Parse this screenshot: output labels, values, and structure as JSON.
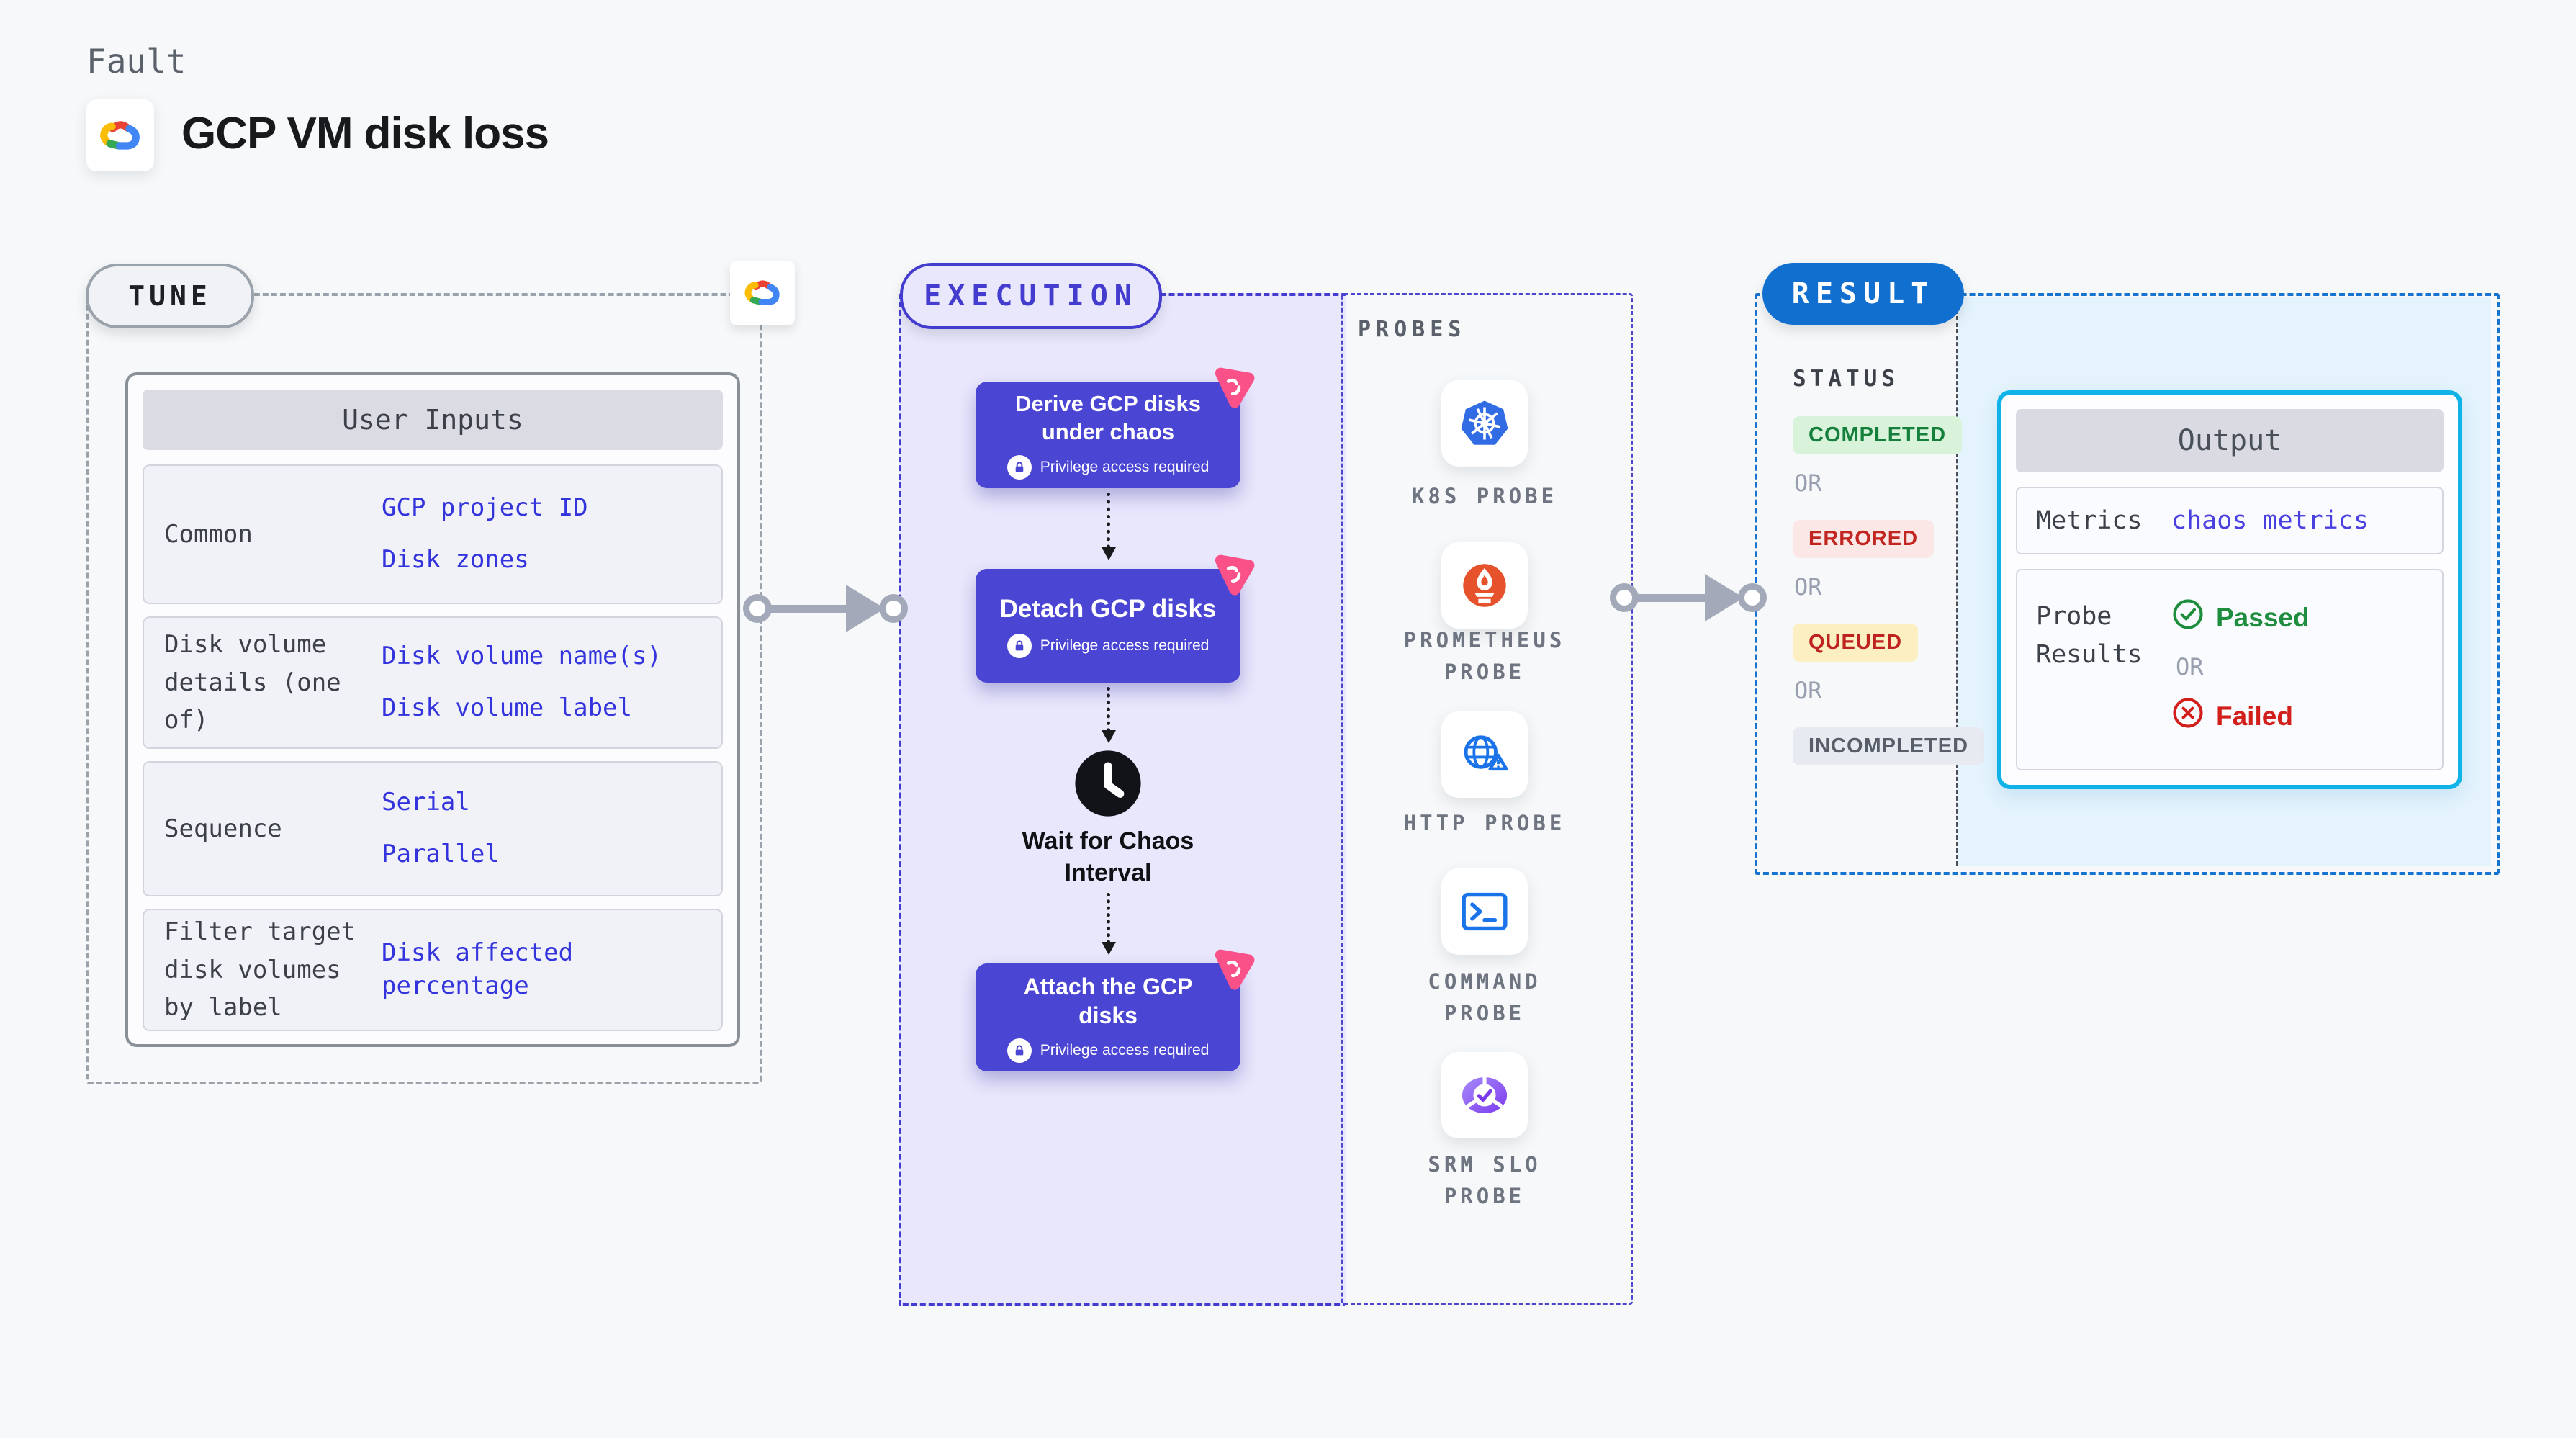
{
  "page": {
    "fault_label": "Fault",
    "title": "GCP VM disk loss"
  },
  "tune": {
    "badge": "TUNE",
    "user_inputs": {
      "header": "User Inputs",
      "rows": [
        {
          "label": "Common",
          "values": [
            "GCP project ID",
            "Disk zones"
          ]
        },
        {
          "label": "Disk volume details (one of)",
          "values": [
            "Disk volume name(s)",
            "Disk volume label"
          ]
        },
        {
          "label": "Sequence",
          "values": [
            "Serial",
            "Parallel"
          ]
        },
        {
          "label": "Filter target disk volumes by label",
          "values": [
            "Disk affected percentage"
          ]
        }
      ]
    }
  },
  "execution": {
    "badge": "EXECUTION",
    "nodes": [
      {
        "title": "Derive GCP disks under chaos",
        "note": "Privilege access required"
      },
      {
        "title": "Detach GCP disks",
        "note": "Privilege access required"
      },
      {
        "title": "Attach the GCP disks",
        "note": "Privilege access required"
      }
    ],
    "wait_label": "Wait for Chaos Interval"
  },
  "probes": {
    "header": "PROBES",
    "items": [
      {
        "label": "K8S PROBE",
        "icon": "kubernetes-icon"
      },
      {
        "label": "PROMETHEUS PROBE",
        "icon": "prometheus-icon"
      },
      {
        "label": "HTTP PROBE",
        "icon": "http-globe-icon"
      },
      {
        "label": "COMMAND PROBE",
        "icon": "terminal-icon"
      },
      {
        "label": "SRM SLO PROBE",
        "icon": "srm-slo-icon"
      }
    ]
  },
  "result": {
    "badge": "RESULT",
    "status_header": "STATUS",
    "or_label": "OR",
    "statuses": [
      {
        "label": "COMPLETED",
        "type": "success"
      },
      {
        "label": "ERRORED",
        "type": "error"
      },
      {
        "label": "QUEUED",
        "type": "warning"
      },
      {
        "label": "INCOMPLETED",
        "type": "neutral"
      }
    ],
    "output": {
      "header": "Output",
      "metrics_label": "Metrics",
      "metrics_value": "chaos metrics",
      "probe_results_label": "Probe Results",
      "passed_label": "Passed",
      "failed_label": "Failed"
    }
  },
  "colors": {
    "indigo_accent": "#443bcf",
    "node_indigo": "#4b45d3",
    "result_blue": "#1170cf",
    "output_cyan": "#10b3e8",
    "value_blue": "#3434dd",
    "passed_green": "#1e8e3e",
    "failed_red": "#d21f1b",
    "chaos_pink": "#fb5189"
  }
}
